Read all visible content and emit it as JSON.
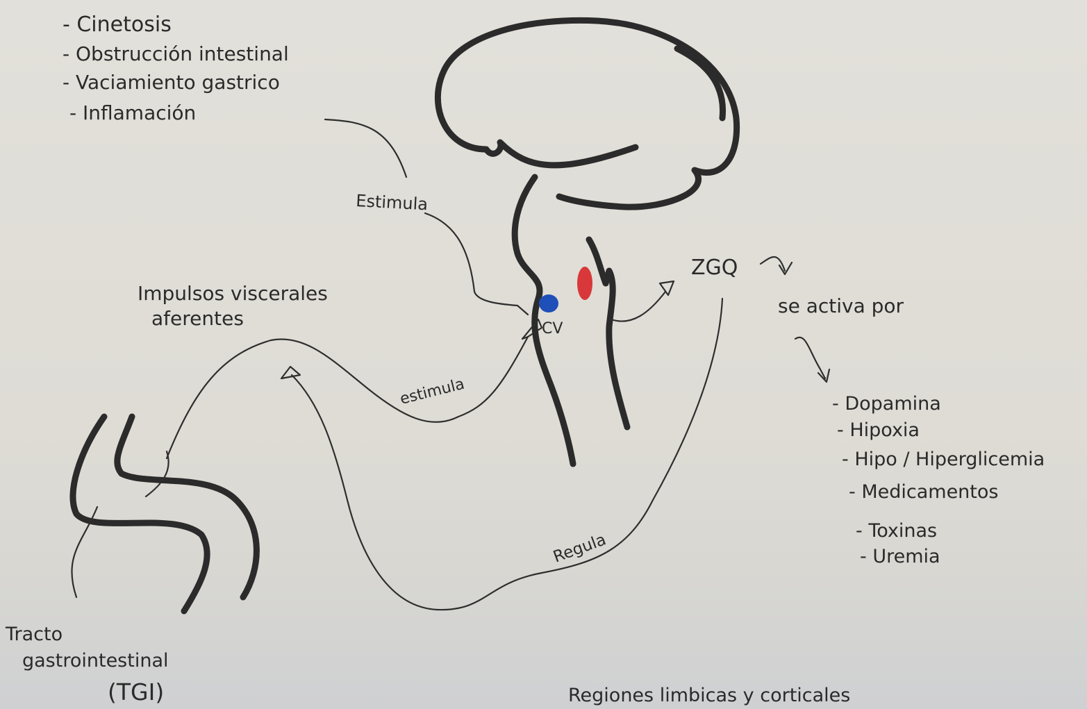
{
  "causes": [
    "- Cinetosis",
    "- Obstrucción intestinal",
    "- Vaciamiento gastrico",
    "- Inflamación"
  ],
  "labels": {
    "estimula_top": "Estimula",
    "impulsos_1": "Impulsos viscerales",
    "impulsos_2": "aferentes",
    "cv": "CV",
    "estimula_mid": "estimula",
    "regula": "Regula",
    "zgq": "ZGQ",
    "se_activa": "se activa por",
    "tgi_1": "Tracto",
    "tgi_2": "gastrointestinal",
    "tgi_3": "(TGI)",
    "regiones": "Regiones limbicas y corticales"
  },
  "activators": [
    "- Dopamina",
    "- Hipoxia",
    "- Hipo / Hiperglicemia",
    "- Medicamentos",
    "- Toxinas",
    "- Uremia"
  ],
  "colors": {
    "cv_dot": "#1f4fb8",
    "zgq_dot": "#d8383a",
    "ink": "#2b2b2b"
  }
}
